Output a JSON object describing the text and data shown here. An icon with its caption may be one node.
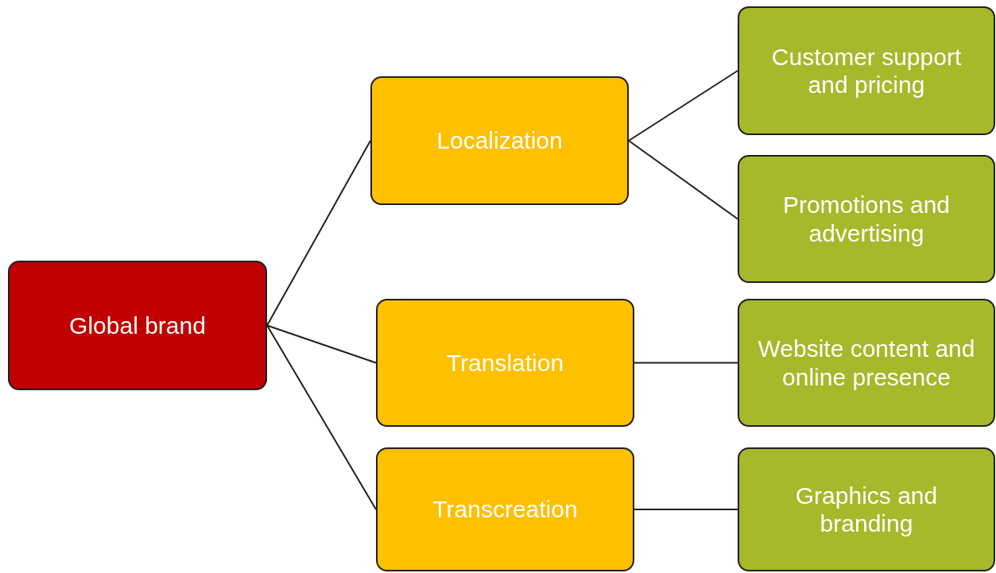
{
  "diagram": {
    "nodes": [
      {
        "text": [
          "Global brand"
        ]
      },
      {
        "text": [
          "Localization"
        ]
      },
      {
        "text": [
          "Translation"
        ]
      },
      {
        "text": [
          "Transcreation"
        ]
      },
      {
        "text": [
          "Customer support and pricing"
        ]
      },
      {
        "text": [
          "Promotions and advertising"
        ]
      },
      {
        "text": [
          "Website content and online presence"
        ]
      },
      {
        "text": [
          "Graphics and branding"
        ]
      }
    ],
    "edges": [
      {
        "from": 0,
        "to": 1,
        "arrow": "none"
      },
      {
        "from": 0,
        "to": 2,
        "arrow": "none"
      },
      {
        "from": 0,
        "to": 3,
        "arrow": "none"
      },
      {
        "from": 1,
        "to": 4,
        "arrow": "none"
      },
      {
        "from": 1,
        "to": 5,
        "arrow": "none"
      },
      {
        "from": 2,
        "to": 6,
        "arrow": "none"
      },
      {
        "from": 3,
        "to": 7,
        "arrow": "none"
      }
    ]
  }
}
